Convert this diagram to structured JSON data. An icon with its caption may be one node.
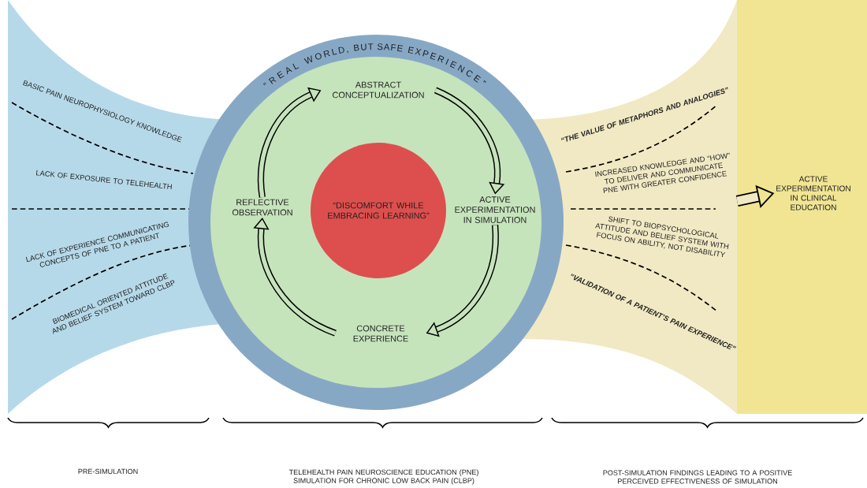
{
  "diagram": {
    "nodes": [
      {
        "text": [
          "BASIC PAIN NEUROPHYSIOLOGY KNOWLEDGE",
          "LACK OF EXPOSURE TO TELEHEALTH",
          "LACK OF EXPERIENCE COMMUNICATING CONCEPTS OF PNE TO A PATIENT",
          "BIOMEDICAL ORIENTED ATTITUDE AND BELIEF SYSTEM TOWARD CLBP"
        ]
      },
      {
        "text": [
          "“REAL WORLD, BUT SAFE EXPERIENCE”"
        ]
      },
      {
        "text": [
          "ABSTRACT CONCEPTUALIZATION"
        ],
        "in": 1
      },
      {
        "text": [
          "ACTIVE EXPERIMENTATION IN SIMULATION"
        ],
        "in": 1
      },
      {
        "text": [
          "CONCRETE EXPERIENCE"
        ],
        "in": 1
      },
      {
        "text": [
          "REFLECTIVE OBSERVATION"
        ],
        "in": 1
      },
      {
        "text": [
          "“DISCOMFORT WHILE EMBRACING LEARNING”"
        ],
        "in": 1
      },
      {
        "text": [
          "“THE VALUE OF METAPHORS AND ANALOGIES”",
          "INCREASED KNOWLEDGE AND “HOW” TO DELIVER AND COMMUNICATE PNE WITH GREATER CONFIDENCE",
          "SHIFT TO BIOPSYCHOLOGICAL ATTITUDE AND BELIEF SYSTEM WITH FOCUS ON ABILITY, NOT DISABILITY",
          "“VALIDATION OF A PATIENT’S PAIN EXPERIENCE”"
        ]
      },
      {
        "text": [
          "ACTIVE EXPERIMENTATION IN CLINICAL EDUCATION"
        ]
      }
    ],
    "edges": [
      {
        "from": 5,
        "to": 2,
        "arrow": "to"
      },
      {
        "from": 2,
        "to": 3,
        "arrow": "to"
      },
      {
        "from": 3,
        "to": 4,
        "arrow": "to"
      },
      {
        "from": 4,
        "to": 5,
        "arrow": "to"
      },
      {
        "from": 7,
        "to": 8,
        "arrow": "to"
      }
    ],
    "labels": [
      "PRE-SIMULATION",
      "TELEHEALTH PAIN NEUROSCIENCE EDUCATION (PNE) SIMULATION FOR CHRONIC LOW BACK PAIN (CLBP)",
      "POST-SIMULATION FINDINGS LEADING TO A POSITIVE PERCEIVED EFFECTIVENESS OF SIMULATION"
    ]
  }
}
